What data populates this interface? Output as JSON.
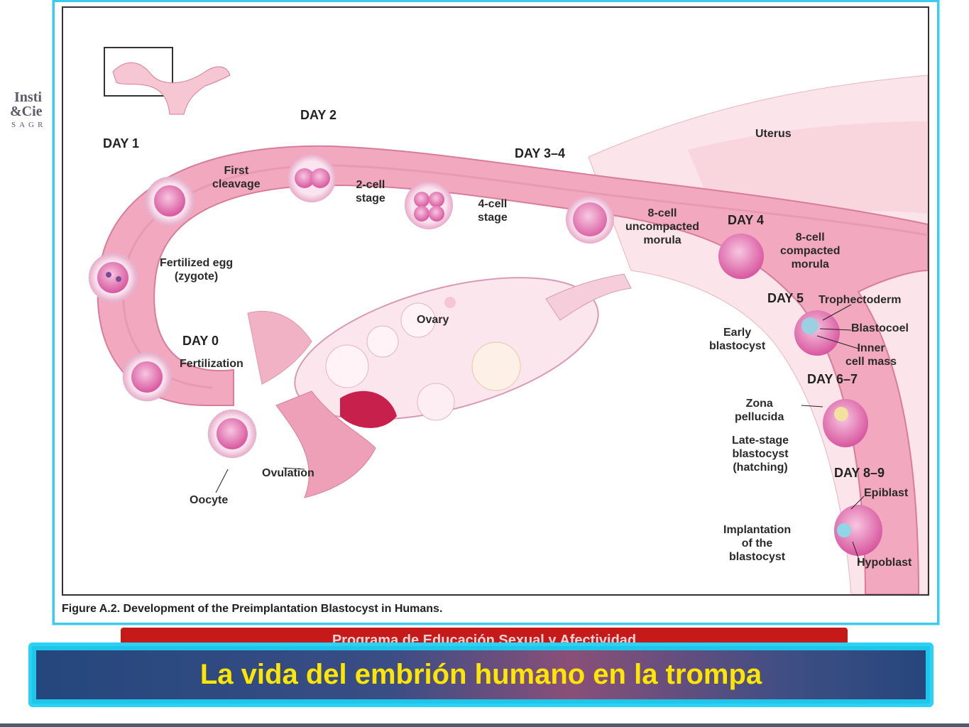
{
  "logo": {
    "line1": "Insti",
    "line2": "&Cie",
    "line3": "SAGR"
  },
  "figure": {
    "caption": "Figure A.2. Development of the Preimplantation Blastocyst in Humans.",
    "labels": {
      "day1": "DAY 1",
      "day2": "DAY 2",
      "day34": "DAY 3–4",
      "day4": "DAY 4",
      "day5": "DAY 5",
      "day67": "DAY 6–7",
      "day89": "DAY 8–9",
      "day0": "DAY 0",
      "uterus": "Uterus",
      "first_cleavage": "First\ncleavage",
      "two_cell": "2-cell\nstage",
      "four_cell": "4-cell\nstage",
      "eight_uncompacted": "8-cell\nuncompacted\nmorula",
      "eight_compacted": "8-cell\ncompacted\nmorula",
      "fertilized_egg": "Fertilized egg\n(zygote)",
      "fertilization": "Fertilization",
      "ovary": "Ovary",
      "ovulation": "Ovulation",
      "oocyte": "Oocyte",
      "trophectoderm": "Trophectoderm",
      "blastocoel": "Blastocoel",
      "inner_cell_mass": "Inner\ncell mass",
      "early_blastocyst": "Early\nblastocyst",
      "zona_pellucida": "Zona\npellucida",
      "late_blastocyst": "Late-stage\nblastocyst\n(hatching)",
      "implantation": "Implantation\nof the\nblastocyst",
      "epiblast": "Epiblast",
      "hypoblast": "Hypoblast"
    }
  },
  "banner": {
    "red_text": "Programa de Educación Sexual y Afectividad"
  },
  "title": "La vida del embrión humano en la trompa",
  "colors": {
    "accent_cyan": "#2ad2f3",
    "title_text": "#ffe600",
    "red_strip": "#c61a1a",
    "tube_pink": "#f2a9bf"
  }
}
